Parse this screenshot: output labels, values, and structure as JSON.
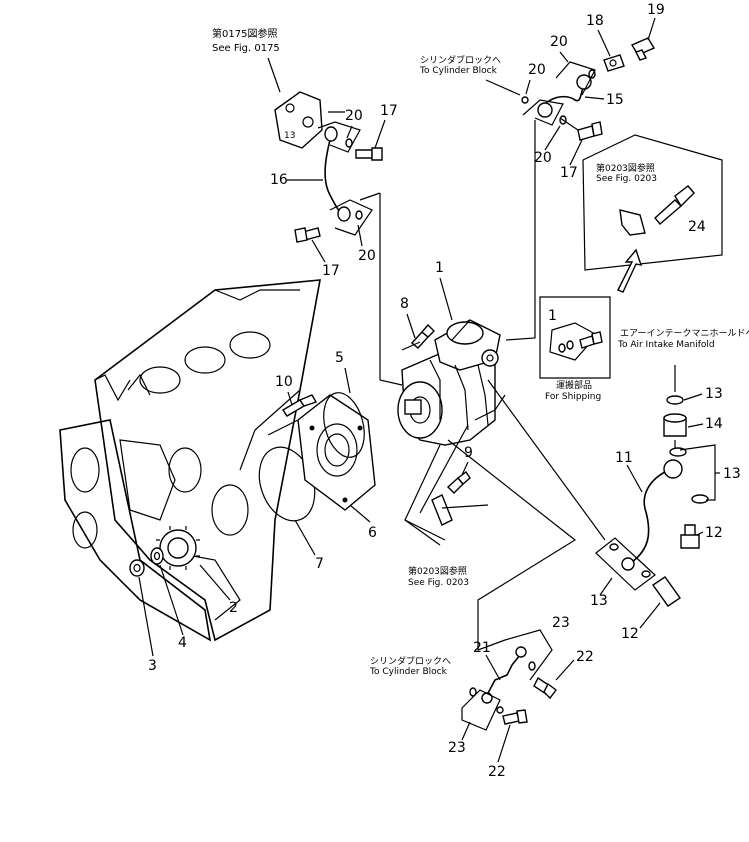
{
  "refs": {
    "fig0175_jp": "第0175図参照",
    "fig0175_en": "See Fig. 0175",
    "cyl_block_top_jp": "シリンダブロックへ",
    "cyl_block_top_en": "To Cylinder Block",
    "fig0203_top_jp": "第0203図参照",
    "fig0203_top_en": "See Fig. 0203",
    "air_intake_jp": "エアーインテークマニホールドへ",
    "air_intake_en": "To Air Intake Manifold",
    "shipping_jp": "運搬部品",
    "shipping_en": "For Shipping",
    "fig0203_mid_jp": "第0203図参照",
    "fig0203_mid_en": "See Fig. 0203",
    "cyl_block_bot_jp": "シリンダブロックへ",
    "cyl_block_bot_en": "To Cylinder Block"
  },
  "callouts": {
    "c1": "1",
    "c1s": "1",
    "c2": "2",
    "c3": "3",
    "c4": "4",
    "c5": "5",
    "c6": "6",
    "c7": "7",
    "c8": "8",
    "c9": "9",
    "c10": "10",
    "c11": "11",
    "c12a": "12",
    "c12b": "12",
    "c13a": "13",
    "c13b": "13",
    "c13c": "13",
    "c14": "14",
    "c15": "15",
    "c16": "16",
    "c17a": "17",
    "c17b": "17",
    "c17c": "17",
    "c18": "18",
    "c19": "19",
    "c20a": "20",
    "c20b": "20",
    "c20c": "20",
    "c20d": "20",
    "c20e": "20",
    "c21": "21",
    "c22a": "22",
    "c22b": "22",
    "c23a": "23",
    "c23b": "23",
    "c24": "24"
  }
}
